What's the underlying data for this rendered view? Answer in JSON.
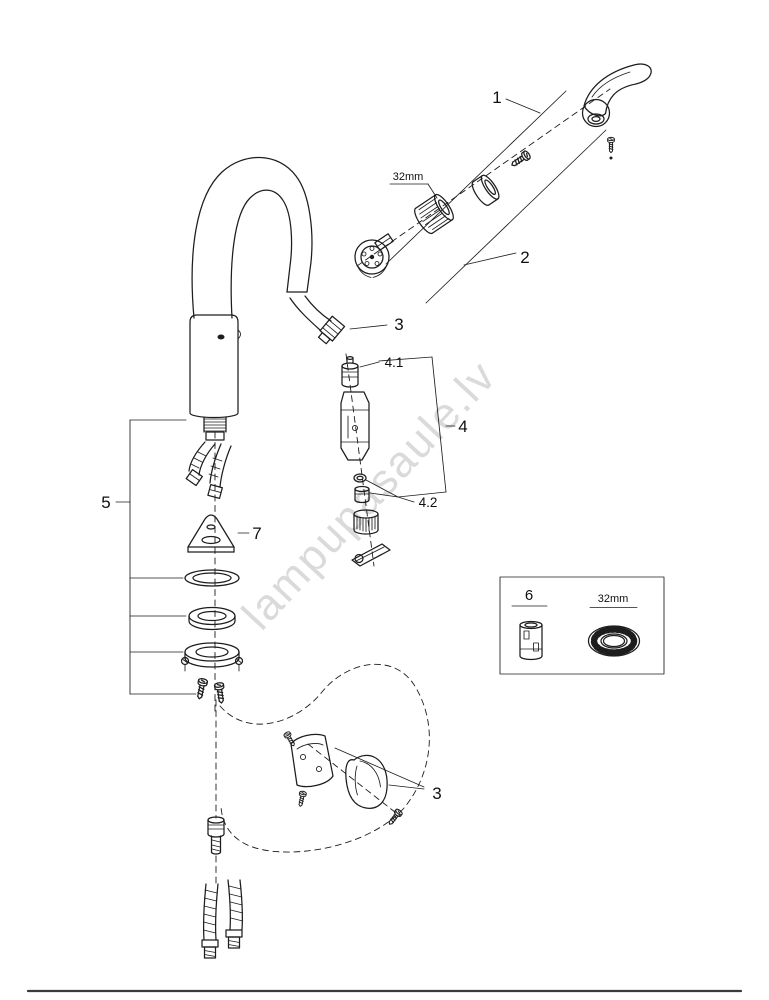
{
  "page": {
    "background": "#ffffff",
    "footer_rule_color": "#3a3a3a"
  },
  "watermark": {
    "text": "lampupasaule.lv",
    "color": "#c2c2c2"
  },
  "drawing": {
    "line_color": "#1d1d1d"
  },
  "callouts": {
    "handle_group": "1",
    "cartridge_group": "2",
    "hose_top": "3",
    "holder_group": "3",
    "spray_head_group": "4",
    "check_valve": "4.1",
    "insert_parts": "4.2",
    "mounting_group": "5",
    "tools_box": "6",
    "wedge": "7"
  },
  "annotations": {
    "nut_size_top": "32mm",
    "nut_size_box": "32mm"
  }
}
